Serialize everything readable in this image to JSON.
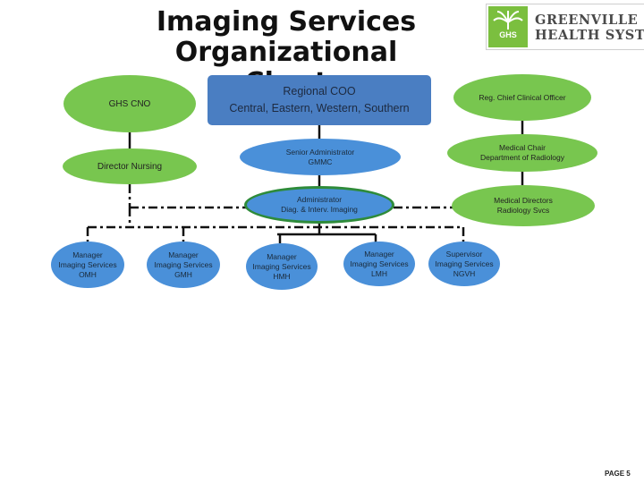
{
  "title": {
    "line1": "Imaging Services",
    "line2": "Organizational Chart"
  },
  "logo": {
    "mark_text": "GHS",
    "line1": "GREENVILLE",
    "line2": "HEALTH SYSTEM"
  },
  "nodes": {
    "ghs_cno": "GHS CNO",
    "regional_coo": "Regional COO\nCentral, Eastern, Western, Southern",
    "reg_chief_clinical": "Reg. Chief Clinical Officer",
    "director_nursing": "Director Nursing",
    "senior_admin": "Senior Administrator\nGMMC",
    "medical_chair": "Medical Chair\nDepartment of Radiology",
    "administrator": "Administrator\nDiag. & Interv. Imaging",
    "medical_directors": "Medical Directors\nRadiology Svcs",
    "mgr_omh": "Manager\nImaging Services\nOMH",
    "mgr_gmh": "Manager\nImaging Services\nGMH",
    "mgr_hmh": "Manager\nImaging Services\nHMH",
    "mgr_lmh": "Manager\nImaging Services\nLMH",
    "sup_ngvh": "Supervisor\nImaging Services\nNGVH"
  },
  "page_label": "PAGE 5",
  "colors": {
    "green": "#78c64f",
    "blue": "#4a90d9",
    "coo_blue": "#4a7ec2",
    "admin_border": "#2e8b3a",
    "logo_green": "#7bbf3f"
  }
}
